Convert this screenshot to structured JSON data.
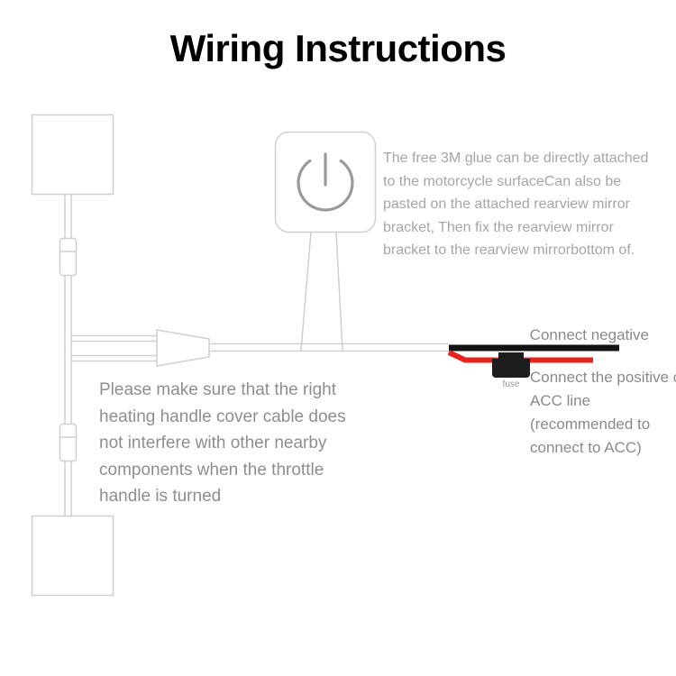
{
  "page": {
    "title": "Wiring Instructions"
  },
  "colors": {
    "diagram_line": "#cfcfcf",
    "power_icon": "#9a9a9a",
    "wire_negative": "#121212",
    "wire_positive": "#e8231d",
    "fuse_body": "#1d1d1d",
    "note_text": "#a6a6a6",
    "label_text": "#8a8a8a",
    "title_text": "#000000"
  },
  "icons": {
    "power_icon": "⏻"
  },
  "notes": {
    "switch_note": "The free 3M glue can be directly attached to the motorcycle surfaceCan also be pasted on the attached rearview mirror bracket, Then fix the rearview mirror bracket to the rearview mirrorbottom of.",
    "handle_note": "Please make sure that the right heating handle cover cable does not interfere with other nearby components when the throttle handle is turned",
    "negative_label": "Connect negative",
    "positive_label": "Connect the positive or ACC line (recommended to connect to ACC)",
    "fuse_label": "fuse"
  }
}
